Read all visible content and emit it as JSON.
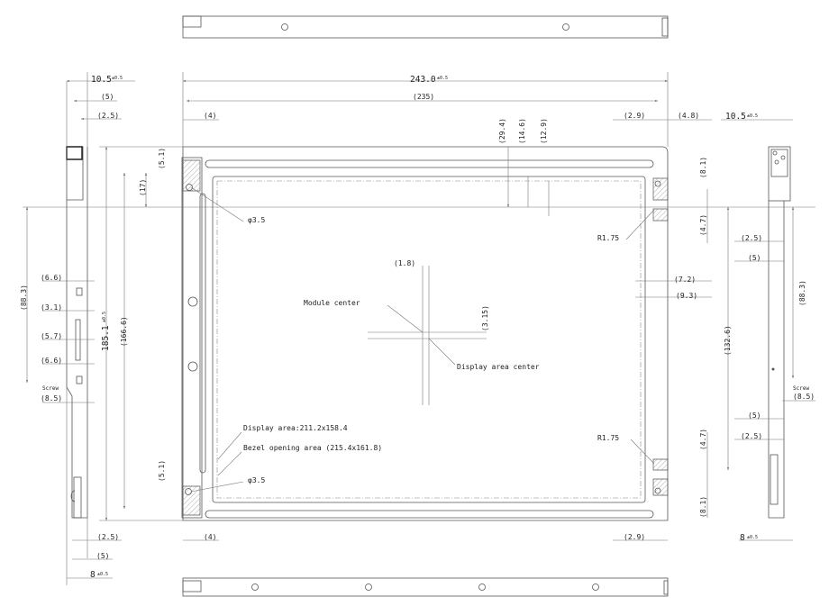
{
  "labels": {
    "thickness_top_left": "10.5",
    "thickness_top_left_tol": "±0.5",
    "width_outer": "243.0",
    "width_outer_tol": "±0.5",
    "width_inner": "(235)",
    "left_5_top": "(5)",
    "left_2_5_top": "(2.5)",
    "left_4_top": "(4)",
    "dim_29_4": "(29.4)",
    "dim_14_6": "(14.6)",
    "dim_12_9": "(12.9)",
    "right_2_9_top": "(2.9)",
    "right_4_8_top": "(4.8)",
    "thickness_top_right": "10.5",
    "thickness_top_right_tol": "±0.5",
    "dim_5_1_top": "(5.1)",
    "dim_17": "(17)",
    "hole_top": "φ3.5",
    "radius_top": "R1.75",
    "dim_8_1_top": "(8.1)",
    "dim_4_7_top": "(4.7)",
    "right_side_2_5_top": "(2.5)",
    "right_side_5_top": "(5)",
    "dim_88_3_left": "(88.3)",
    "dim_88_3_right": "(88.3)",
    "dim_6_6_a": "(6.6)",
    "dim_3_1": "(3.1)",
    "dim_5_7": "(5.7)",
    "dim_6_6_b": "(6.6)",
    "screw_left": "Screw",
    "dim_8_5_left": "(8.5)",
    "screw_right": "Screw",
    "dim_8_5_right": "(8.5)",
    "height_outer": "185.1",
    "height_outer_tol": "±0.5",
    "height_inner": "(166.6)",
    "dim_1_8": "(1.8)",
    "module_center": "Module center",
    "dim_3_15": "(3.15)",
    "display_area_center": "Display area center",
    "dim_7_2": "(7.2)",
    "dim_9_3": "(9.3)",
    "dim_132_6": "(132.6)",
    "display_area": "Display area:211.2x158.4",
    "bezel_opening": "Bezel opening area (215.4x161.8)",
    "radius_bottom": "R1.75",
    "dim_4_7_bottom": "(4.7)",
    "dim_5_1_bottom": "(5.1)",
    "hole_bottom": "φ3.5",
    "dim_8_1_bottom": "(8.1)",
    "right_side_5_bottom": "(5)",
    "right_side_2_5_bottom": "(2.5)",
    "left_2_5_bottom": "(2.5)",
    "left_4_bottom": "(4)",
    "right_2_9_bottom": "(2.9)",
    "thickness_bottom_right": "8",
    "thickness_bottom_right_tol": "±0.5",
    "left_5_bottom": "(5)",
    "thickness_bottom_left": "8",
    "thickness_bottom_left_tol": "±0.5"
  }
}
